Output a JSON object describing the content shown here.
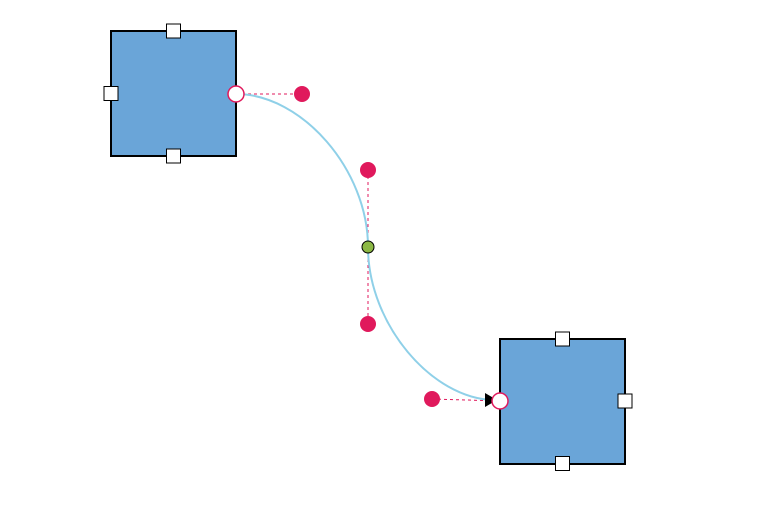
{
  "diagram": {
    "colors": {
      "node_fill": "#6aa5d8",
      "node_stroke": "#000000",
      "port_fill": "#ffffff",
      "port_stroke": "#000000",
      "connector_stroke": "#8fd0e8",
      "handle_fill": "#e0195c",
      "guide_stroke": "#e0195c",
      "endpoint_fill": "#ffffff",
      "endpoint_stroke": "#e0195c",
      "midpoint_fill": "#8cb845",
      "midpoint_stroke": "#000000",
      "arrow_fill": "#000000",
      "background": "#ffffff"
    },
    "nodes": [
      {
        "id": "node-1"
      },
      {
        "id": "node-2"
      }
    ],
    "connector": {
      "id": "connector-1",
      "source": "node-1",
      "target": "node-2",
      "segments": 2,
      "arrowhead": "triangle"
    }
  }
}
